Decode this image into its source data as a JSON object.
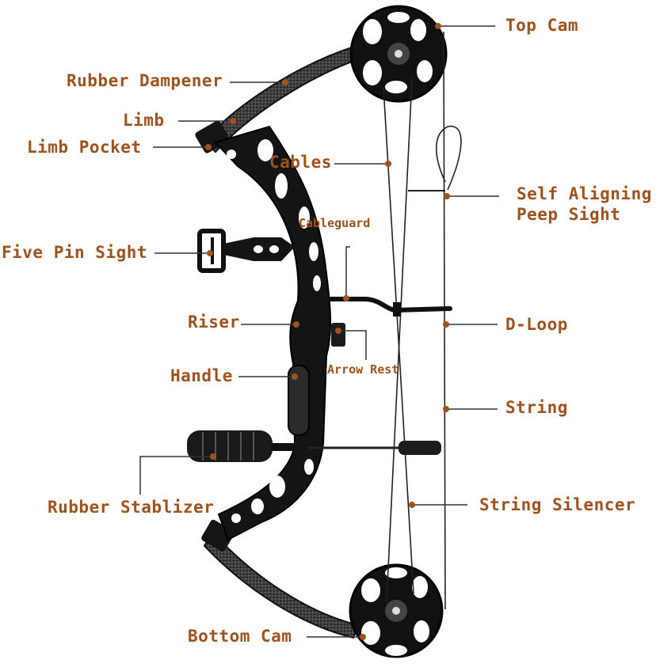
{
  "labels": {
    "top_cam": "Top Cam",
    "rubber_dampener": "Rubber Dampener",
    "limb": "Limb",
    "limb_pocket": "Limb Pocket",
    "cables": "Cables",
    "self_aligning_peep_sight_line1": "Self Aligning",
    "self_aligning_peep_sight_line2": "Peep Sight",
    "cableguard": "Cableguard",
    "five_pin_sight": "Five Pin Sight",
    "riser": "Riser",
    "d_loop": "D-Loop",
    "arrow_rest": "Arrow Rest",
    "handle": "Handle",
    "string": "String",
    "rubber_stabilizer": "Rubber Stablizer",
    "string_silencer": "String Silencer",
    "bottom_cam": "Bottom Cam"
  },
  "colors": {
    "label": "#a0521c",
    "leader": "#333333",
    "bow": "#111111",
    "dot": "#a0521c"
  },
  "icons": {
    "top_cam": "top-cam-icon",
    "bottom_cam": "bottom-cam-icon",
    "stabilizer": "stabilizer-icon",
    "sight": "sight-icon"
  }
}
